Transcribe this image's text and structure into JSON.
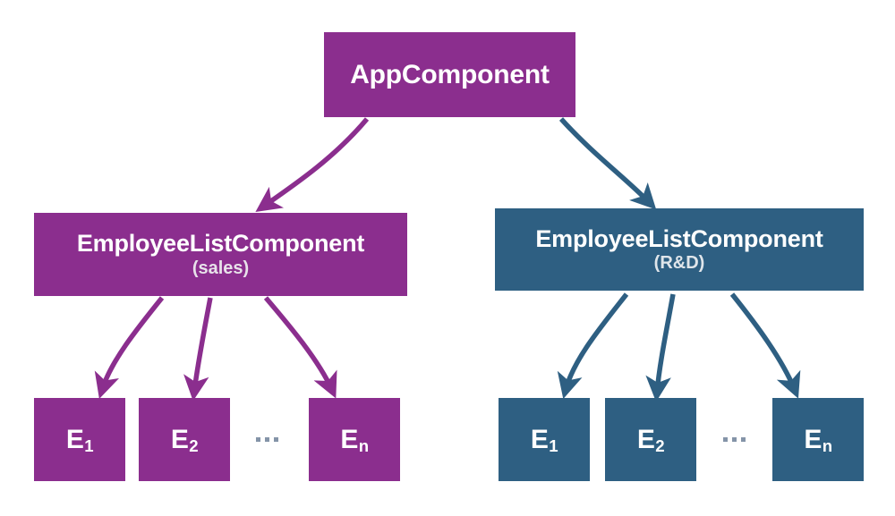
{
  "diagram": {
    "title": "Angular component tree with two EmployeeListComponent instances",
    "background": "#ffffff",
    "colors": {
      "purple": "#8B2E8E",
      "blue": "#2E5F82",
      "text": "#ffffff",
      "subtitle": "#e8e2ea",
      "ellipsis": "#8494a8"
    }
  },
  "nodes": {
    "root": {
      "label": "AppComponent",
      "color": "purple"
    },
    "list_sales": {
      "label": "EmployeeListComponent",
      "sublabel": "(sales)",
      "color": "purple"
    },
    "list_rnd": {
      "label": "EmployeeListComponent",
      "sublabel": "(R&D)",
      "color": "blue"
    }
  },
  "leaves": {
    "sales": [
      {
        "base": "E",
        "sub": "1"
      },
      {
        "base": "E",
        "sub": "2"
      },
      {
        "base": "E",
        "sub": "n"
      }
    ],
    "rnd": [
      {
        "base": "E",
        "sub": "1"
      },
      {
        "base": "E",
        "sub": "2"
      },
      {
        "base": "E",
        "sub": "n"
      }
    ]
  },
  "ellipsis": {
    "label": "...",
    "dot_count": 3
  },
  "edges": [
    {
      "from": "root",
      "to": "list_sales",
      "color": "#8B2E8E"
    },
    {
      "from": "root",
      "to": "list_rnd",
      "color": "#2E5F82"
    },
    {
      "from": "list_sales",
      "to": "sales-0",
      "color": "#8B2E8E"
    },
    {
      "from": "list_sales",
      "to": "sales-1",
      "color": "#8B2E8E"
    },
    {
      "from": "list_sales",
      "to": "sales-2",
      "color": "#8B2E8E"
    },
    {
      "from": "list_rnd",
      "to": "rnd-0",
      "color": "#2E5F82"
    },
    {
      "from": "list_rnd",
      "to": "rnd-1",
      "color": "#2E5F82"
    },
    {
      "from": "list_rnd",
      "to": "rnd-2",
      "color": "#2E5F82"
    }
  ]
}
